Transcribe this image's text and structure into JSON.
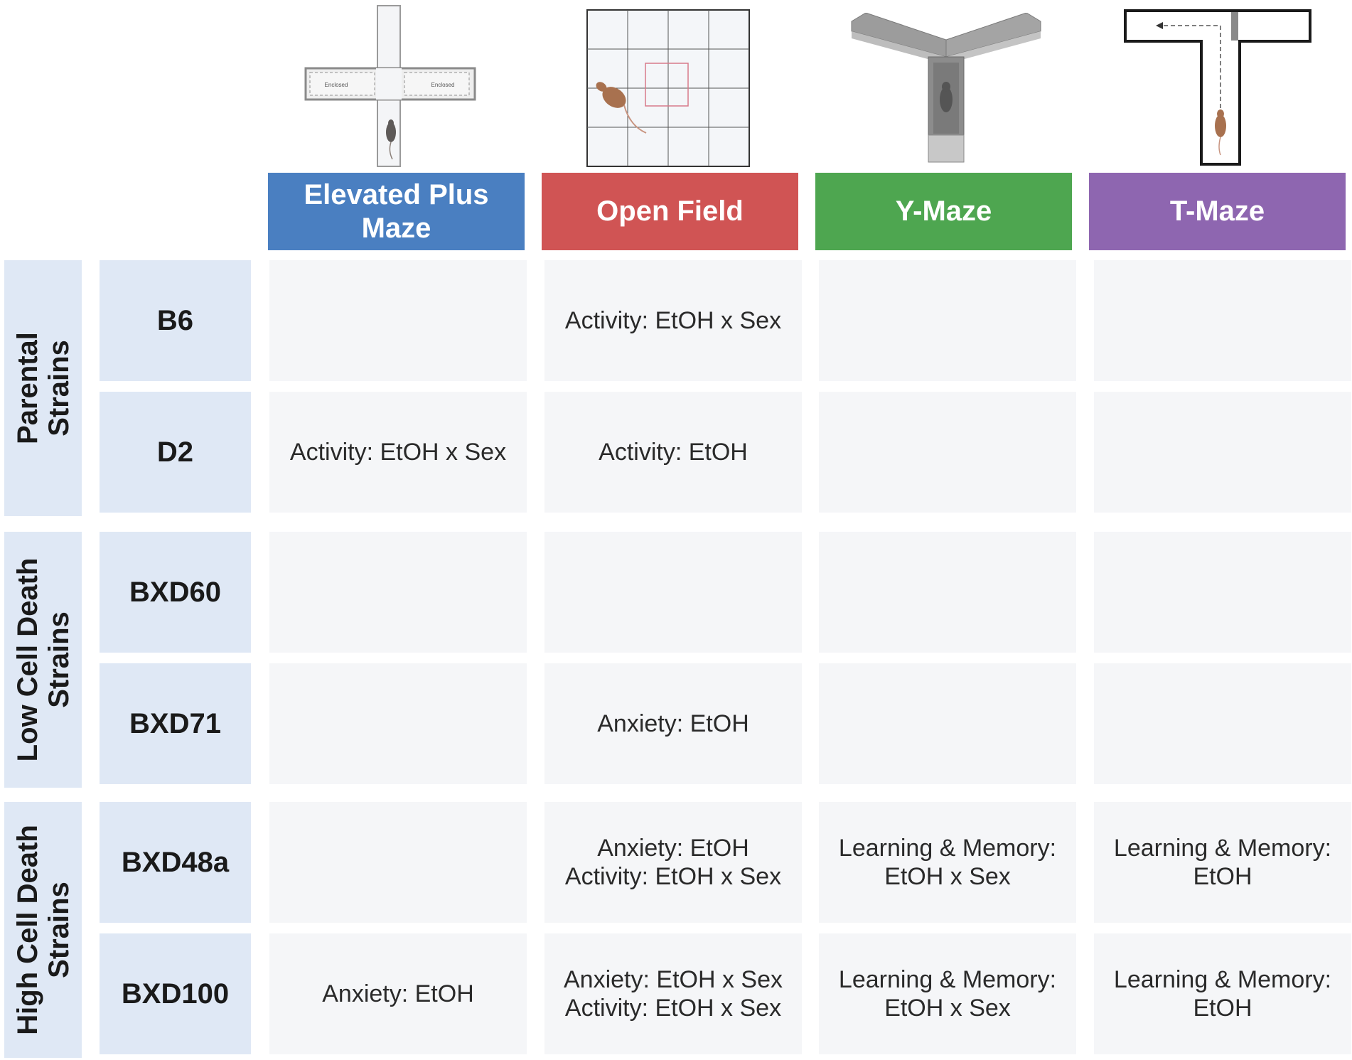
{
  "colors": {
    "elevated_plus_maze": "#4a7fc1",
    "open_field": "#d05454",
    "y_maze": "#4ea650",
    "t_maze": "#8e66b0",
    "row_label_bg": "#dfe8f5",
    "cell_bg": "#f5f6f8"
  },
  "illustrations": {
    "epm_left_arm_label": "Enclosed",
    "epm_right_arm_label": "Enclosed"
  },
  "headers": [
    {
      "line1": "Elevated Plus",
      "line2": "Maze"
    },
    {
      "line1": "Open Field",
      "line2": ""
    },
    {
      "line1": "Y-Maze",
      "line2": ""
    },
    {
      "line1": "T-Maze",
      "line2": ""
    }
  ],
  "groups": [
    {
      "line1": "Parental",
      "line2": "Strains"
    },
    {
      "line1": "Low Cell Death",
      "line2": "Strains"
    },
    {
      "line1": "High Cell Death",
      "line2": "Strains"
    }
  ],
  "strains": [
    "B6",
    "D2",
    "BXD60",
    "BXD71",
    "BXD48a",
    "BXD100"
  ],
  "cells": [
    [
      {
        "l1": "",
        "l2": ""
      },
      {
        "l1": "Activity: EtOH x Sex",
        "l2": ""
      },
      {
        "l1": "",
        "l2": ""
      },
      {
        "l1": "",
        "l2": ""
      }
    ],
    [
      {
        "l1": "Activity: EtOH x Sex",
        "l2": ""
      },
      {
        "l1": "Activity: EtOH",
        "l2": ""
      },
      {
        "l1": "",
        "l2": ""
      },
      {
        "l1": "",
        "l2": ""
      }
    ],
    [
      {
        "l1": "",
        "l2": ""
      },
      {
        "l1": "",
        "l2": ""
      },
      {
        "l1": "",
        "l2": ""
      },
      {
        "l1": "",
        "l2": ""
      }
    ],
    [
      {
        "l1": "",
        "l2": ""
      },
      {
        "l1": "Anxiety: EtOH",
        "l2": ""
      },
      {
        "l1": "",
        "l2": ""
      },
      {
        "l1": "",
        "l2": ""
      }
    ],
    [
      {
        "l1": "",
        "l2": ""
      },
      {
        "l1": "Anxiety: EtOH",
        "l2": "Activity: EtOH x Sex"
      },
      {
        "l1": "Learning & Memory:",
        "l2": "EtOH x Sex"
      },
      {
        "l1": "Learning & Memory:",
        "l2": "EtOH"
      }
    ],
    [
      {
        "l1": "Anxiety: EtOH",
        "l2": ""
      },
      {
        "l1": "Anxiety: EtOH x Sex",
        "l2": "Activity: EtOH x Sex"
      },
      {
        "l1": "Learning & Memory:",
        "l2": "EtOH x Sex"
      },
      {
        "l1": "Learning & Memory:",
        "l2": "EtOH"
      }
    ]
  ]
}
